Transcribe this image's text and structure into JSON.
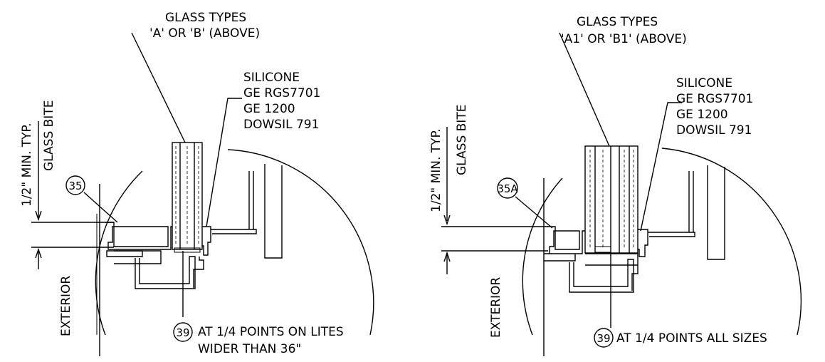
{
  "left": {
    "glass_types_line1": "GLASS TYPES",
    "glass_types_line2": "'A' OR 'B' (ABOVE)",
    "silicone": [
      "SILICONE",
      "GE RGS7701",
      "GE 1200",
      "DOWSIL 791"
    ],
    "dim_line1": "1/2\" MIN. TYP.",
    "dim_line2": "GLASS BITE",
    "tag_35": "35",
    "tag_39": "39",
    "note_line1": "AT 1/4 POINTS ON LITES",
    "note_line2": "WIDER THAN 36\"",
    "exterior": "EXTERIOR"
  },
  "right": {
    "glass_types_line1": "GLASS TYPES",
    "glass_types_line2": "'A1' OR 'B1' (ABOVE)",
    "silicone": [
      "SILICONE",
      "GE RGS7701",
      "GE 1200",
      "DOWSIL 791"
    ],
    "dim_line1": "1/2\" MIN. TYP.",
    "dim_line2": "GLASS BITE",
    "tag_35a": "35A",
    "tag_39": "39",
    "note_line1": "AT 1/4 POINTS ALL SIZES",
    "exterior": "EXTERIOR"
  }
}
